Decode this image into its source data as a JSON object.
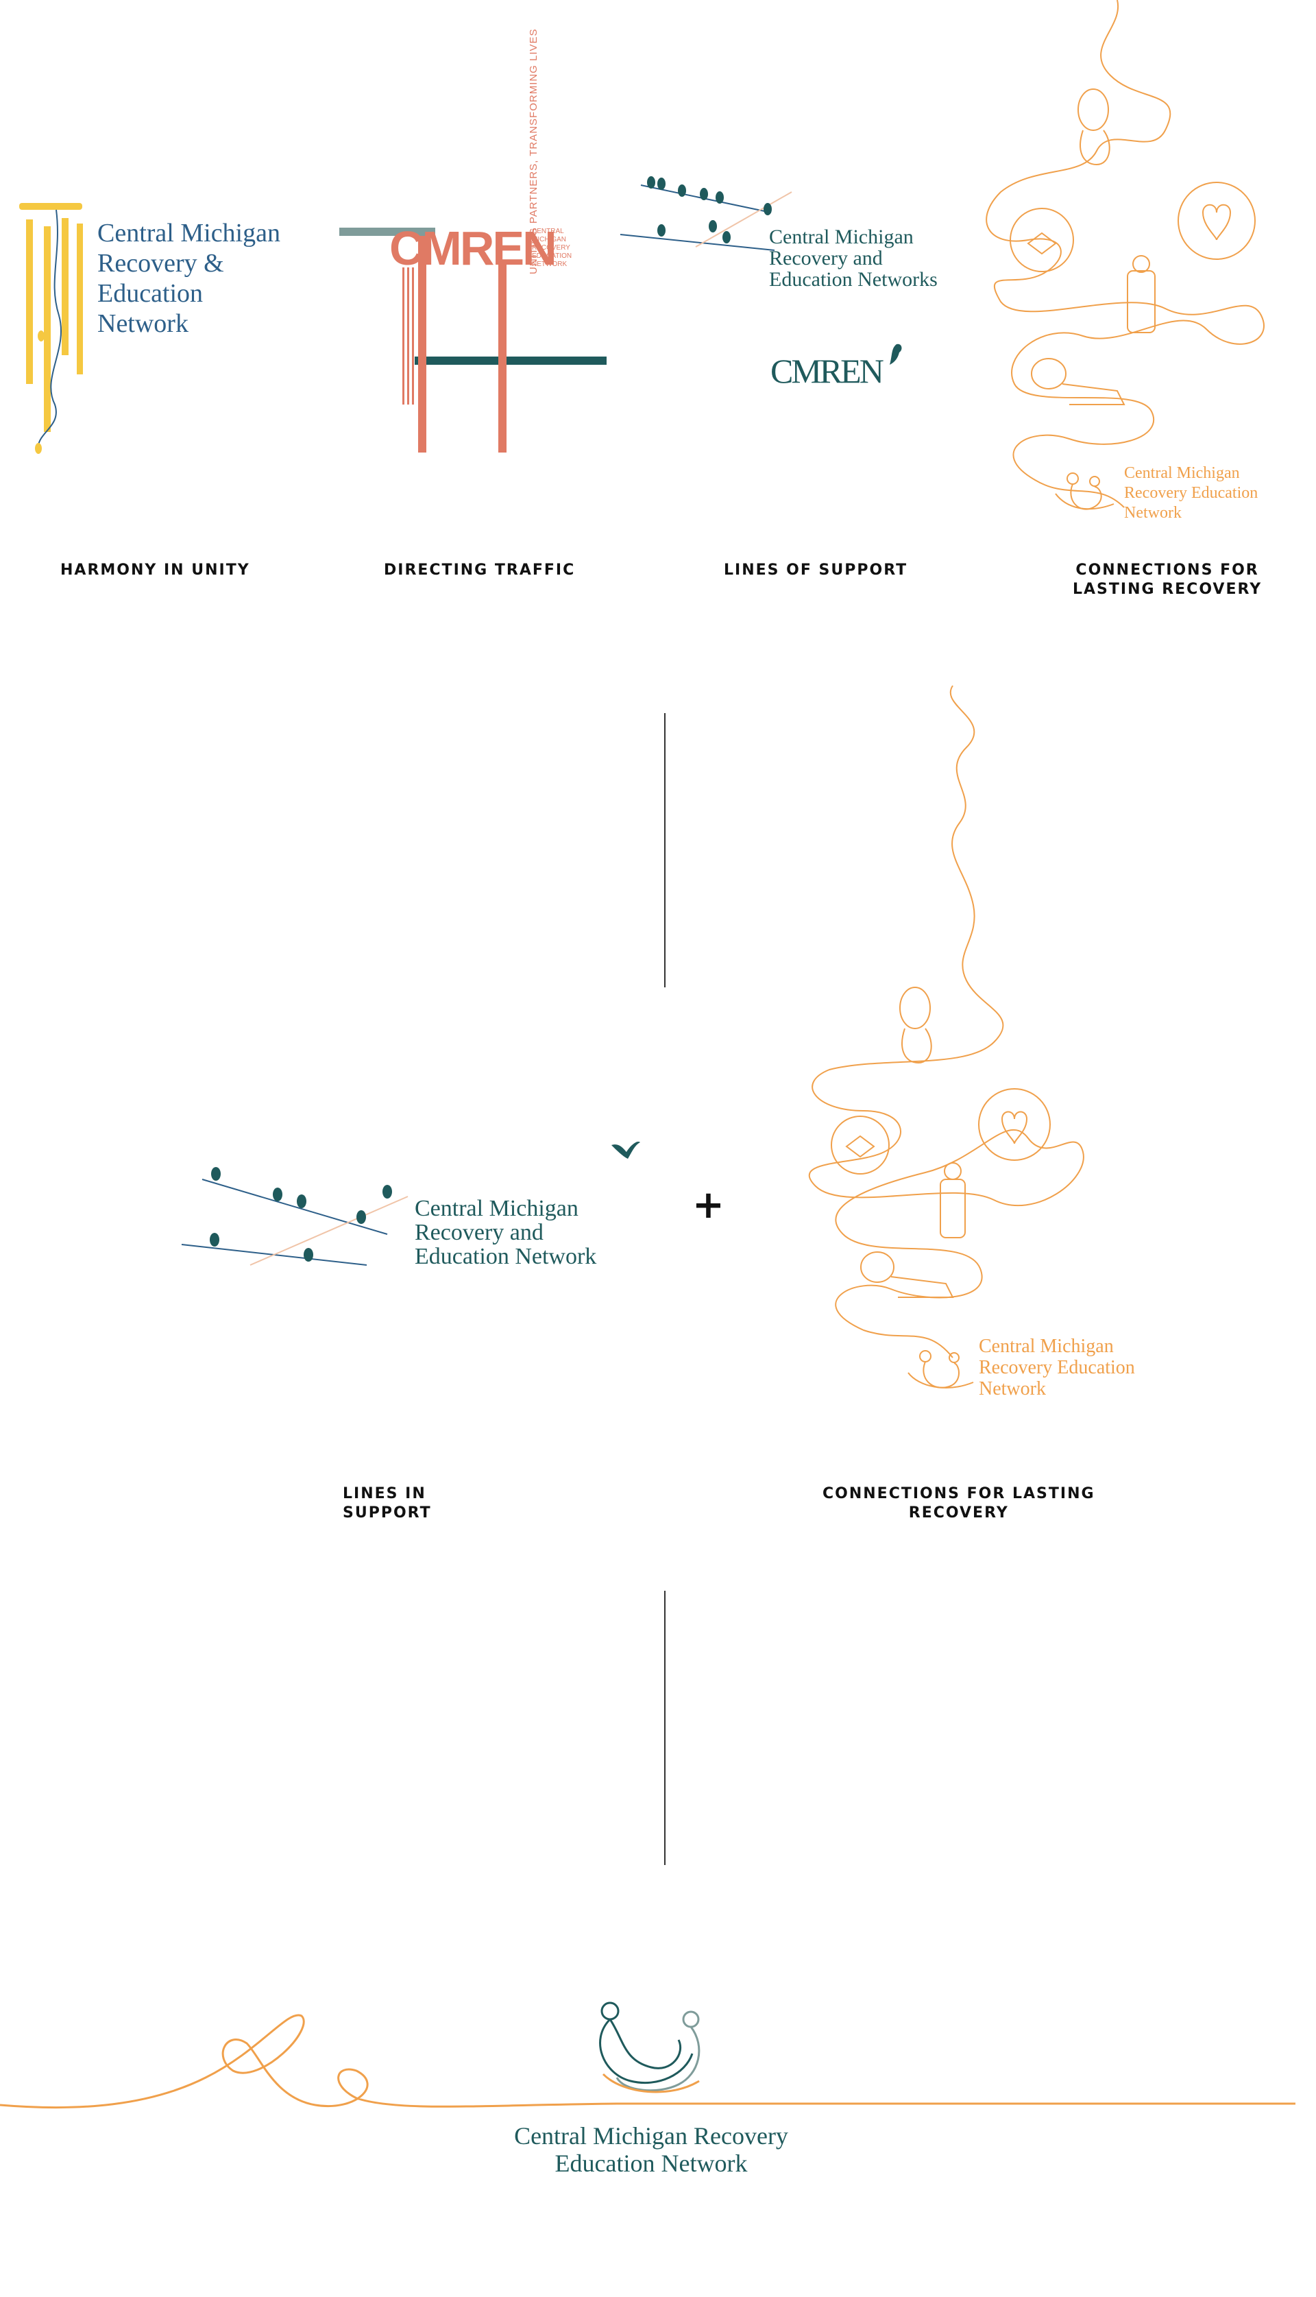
{
  "colors": {
    "blue": "#2d5f89",
    "yellow": "#f5c841",
    "coral": "#e07a64",
    "teal": "#1f5a5c",
    "orange": "#f0a04b",
    "grey": "#7f9c9a",
    "ink": "#111111"
  },
  "concepts": {
    "harmony": {
      "logo_lines": [
        "Central Michigan",
        "Recovery &",
        "Education",
        "Network"
      ],
      "caption": "HARMONY IN UNITY",
      "icon": "wind-chime-icon"
    },
    "traffic": {
      "wordmark": "CMREN",
      "tagline": "UNITING PARTNERS, TRANSFORMING LIVES",
      "side_lines": [
        "CENTRAL",
        "MICHIGAN",
        "RECOVERY",
        "EDUCATION",
        "NETWORK"
      ],
      "caption": "DIRECTING TRAFFIC",
      "icon": "crossroads-lines-icon"
    },
    "support": {
      "logo_lines": [
        "Central Michigan",
        "Recovery and",
        "Education Networks"
      ],
      "monogram": "CMREN",
      "caption": "LINES OF SUPPORT",
      "icon": "birds-on-wires-icon"
    },
    "connections": {
      "logo_lines": [
        "Central Michigan",
        "Recovery Education",
        "Network"
      ],
      "caption": "CONNECTIONS FOR\nLASTING RECOVERY",
      "icon": "line-art-recovery-icon"
    }
  },
  "refined": {
    "left": {
      "logo_lines": [
        "Central Michigan",
        "Recovery and",
        "Education Network"
      ],
      "caption": "LINES IN\nSUPPORT"
    },
    "plus": "+",
    "right": {
      "logo_lines": [
        "Central Michigan",
        "Recovery Education",
        "Network"
      ],
      "caption": "CONNECTIONS FOR LASTING\nRECOVERY"
    }
  },
  "final": {
    "logo_lines": [
      "Central Michigan Recovery",
      "Education Network"
    ],
    "icon": "two-figures-embrace-icon"
  }
}
